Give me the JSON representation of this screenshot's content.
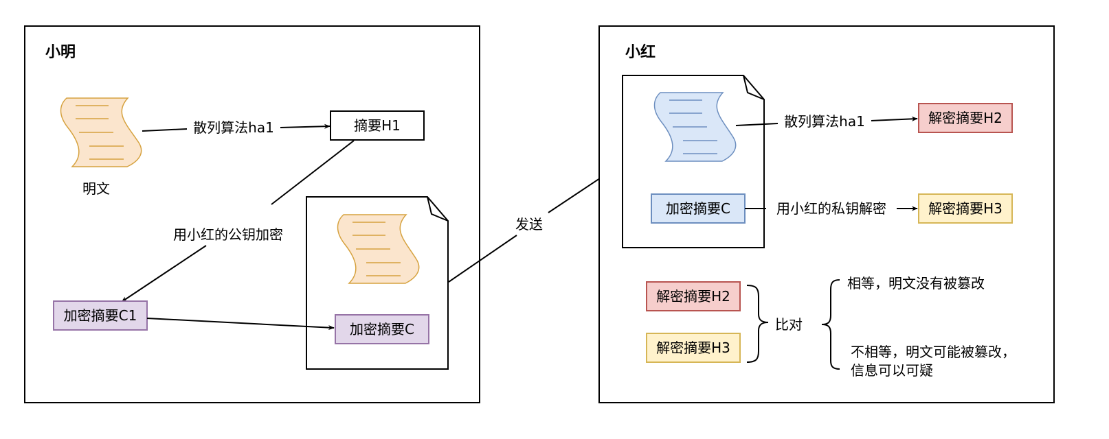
{
  "xiaoming": {
    "title": "小明",
    "title_color": "#3d8ee8",
    "plaintext_label": "明文",
    "digest_h1": "摘要H1",
    "hash_label": "散列算法ha1",
    "encrypt_label": "用小红的公钥加密",
    "encrypted_c1": "加密摘要C1",
    "encrypted_c": "加密摘要C"
  },
  "send_label": "发送",
  "xiaohong": {
    "title": "小红",
    "title_color": "#e8332a",
    "hash_label": "散列算法ha1",
    "decrypted_h2": "解密摘要H2",
    "encrypted_c": "加密摘要C",
    "decrypt_label": "用小红的私钥解密",
    "decrypted_h3": "解密摘要H3",
    "compare_h2": "解密摘要H2",
    "compare_h3": "解密摘要H3",
    "compare_label": "比对",
    "result_equal": "相等，明文没有被篡改",
    "result_unequal_line1": "不相等，明文可能被篡改，",
    "result_unequal_line2": "信息可以可疑"
  },
  "colors": {
    "orange_fill": "#fbe5cd",
    "orange_stroke": "#d6a23f",
    "blue_fill": "#dae7f8",
    "blue_stroke": "#6c8ebf",
    "purple_fill": "#e2d7ea",
    "purple_stroke": "#9673a6",
    "red_fill": "#f6cecc",
    "red_stroke": "#b85450",
    "yellow_fill": "#fff2cc",
    "yellow_stroke": "#d6b656"
  }
}
